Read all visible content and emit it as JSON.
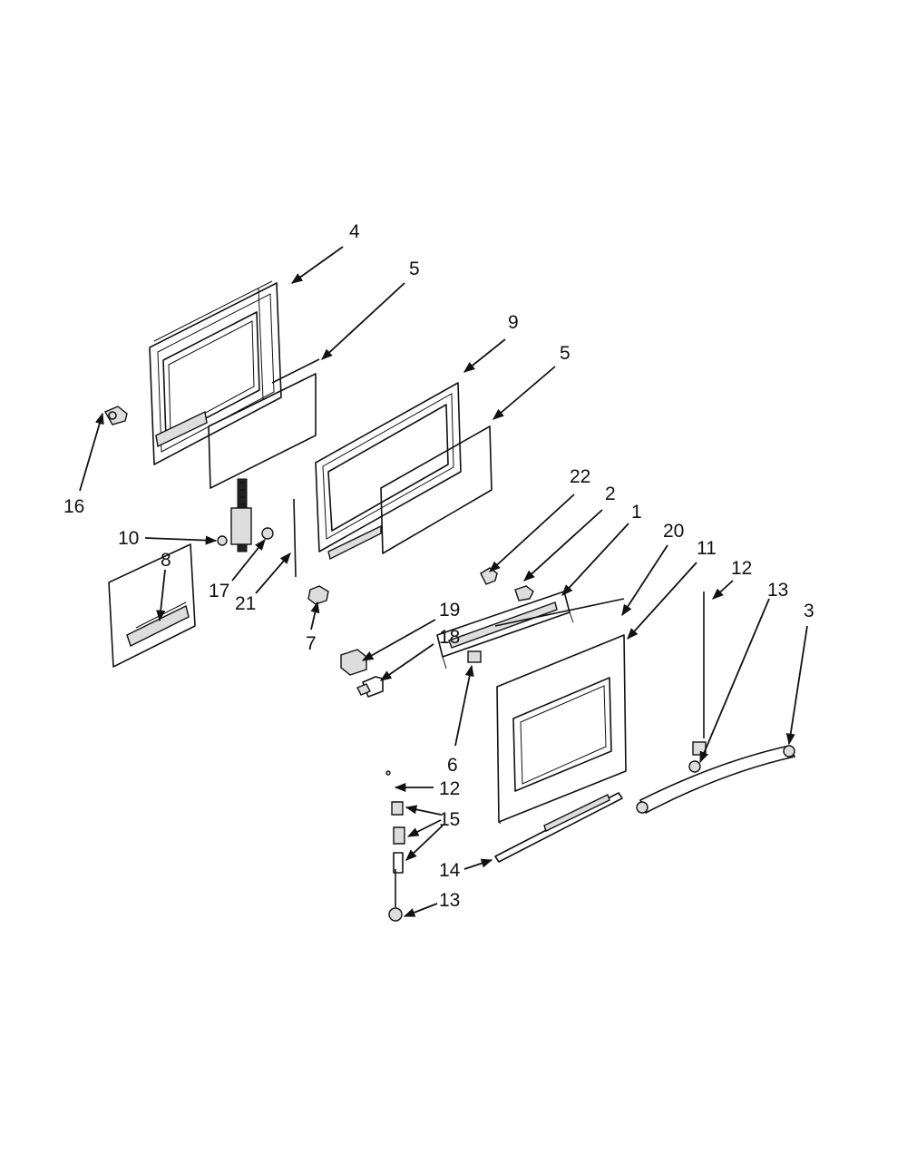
{
  "callouts": [
    {
      "id": "c-4",
      "label": "4"
    },
    {
      "id": "c-5a",
      "label": "5"
    },
    {
      "id": "c-9",
      "label": "9"
    },
    {
      "id": "c-5b",
      "label": "5"
    },
    {
      "id": "c-16",
      "label": "16"
    },
    {
      "id": "c-22",
      "label": "22"
    },
    {
      "id": "c-2",
      "label": "2"
    },
    {
      "id": "c-1",
      "label": "1"
    },
    {
      "id": "c-20",
      "label": "20"
    },
    {
      "id": "c-11",
      "label": "11"
    },
    {
      "id": "c-12a",
      "label": "12"
    },
    {
      "id": "c-13a",
      "label": "13"
    },
    {
      "id": "c-3",
      "label": "3"
    },
    {
      "id": "c-10",
      "label": "10"
    },
    {
      "id": "c-8",
      "label": "8"
    },
    {
      "id": "c-17",
      "label": "17"
    },
    {
      "id": "c-21",
      "label": "21"
    },
    {
      "id": "c-7",
      "label": "7"
    },
    {
      "id": "c-19",
      "label": "19"
    },
    {
      "id": "c-18",
      "label": "18"
    },
    {
      "id": "c-6",
      "label": "6"
    },
    {
      "id": "c-12b",
      "label": "12"
    },
    {
      "id": "c-15",
      "label": "15"
    },
    {
      "id": "c-14",
      "label": "14"
    },
    {
      "id": "c-13b",
      "label": "13"
    }
  ]
}
